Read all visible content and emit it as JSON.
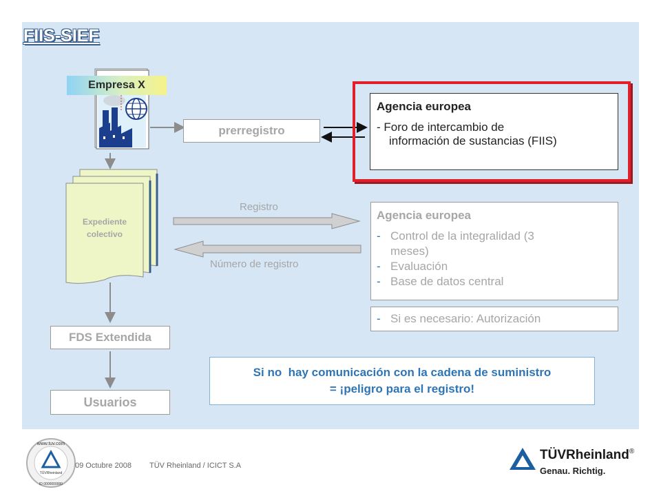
{
  "title": "FIIS-SIEF",
  "company": {
    "label": "Empresa X"
  },
  "prerregistro": "prerregistro",
  "expediente": {
    "line1": "Expediente",
    "line2": "colectivo"
  },
  "fds": "FDS Extendida",
  "usuarios": "Usuarios",
  "agency_top": {
    "title": "Agencia europea",
    "line1": "- Foro de intercambio de",
    "line2": "información de sustancias (FIIS)"
  },
  "agency_mid": {
    "title": "Agencia europea",
    "items": [
      {
        "dash": "-",
        "text": "Control de la integralidad (3"
      },
      {
        "dash": "",
        "text": "meses)"
      },
      {
        "dash": "-",
        "text": "Evaluación"
      },
      {
        "dash": "-",
        "text": "Base de datos central"
      }
    ]
  },
  "authorization": {
    "dash": "-",
    "text": "Si es necesario: Autorización"
  },
  "arrow_labels": {
    "registro": "Registro",
    "numero": "Número de registro"
  },
  "warning": {
    "line1": "Si no  hay comunicación con la cadena de suministro",
    "line2": "= ¡peligro para el registro!"
  },
  "footer": {
    "date": "09 Octubre 2008",
    "org": "TÜV Rheinland / ICICT S.A"
  },
  "logo": {
    "brand": "TÜVRheinland",
    "reg": "®",
    "tagline": "Genau. Richtig.",
    "seal_top": "www.tuv.com",
    "seal_mid": "TÜVRheinland",
    "seal_bot": "ID 0000000000"
  },
  "colors": {
    "background": "#d6e6f5",
    "accent": "#2e75b6",
    "highlight": "#e0212b",
    "label_gradient": "#8fd3f5"
  }
}
